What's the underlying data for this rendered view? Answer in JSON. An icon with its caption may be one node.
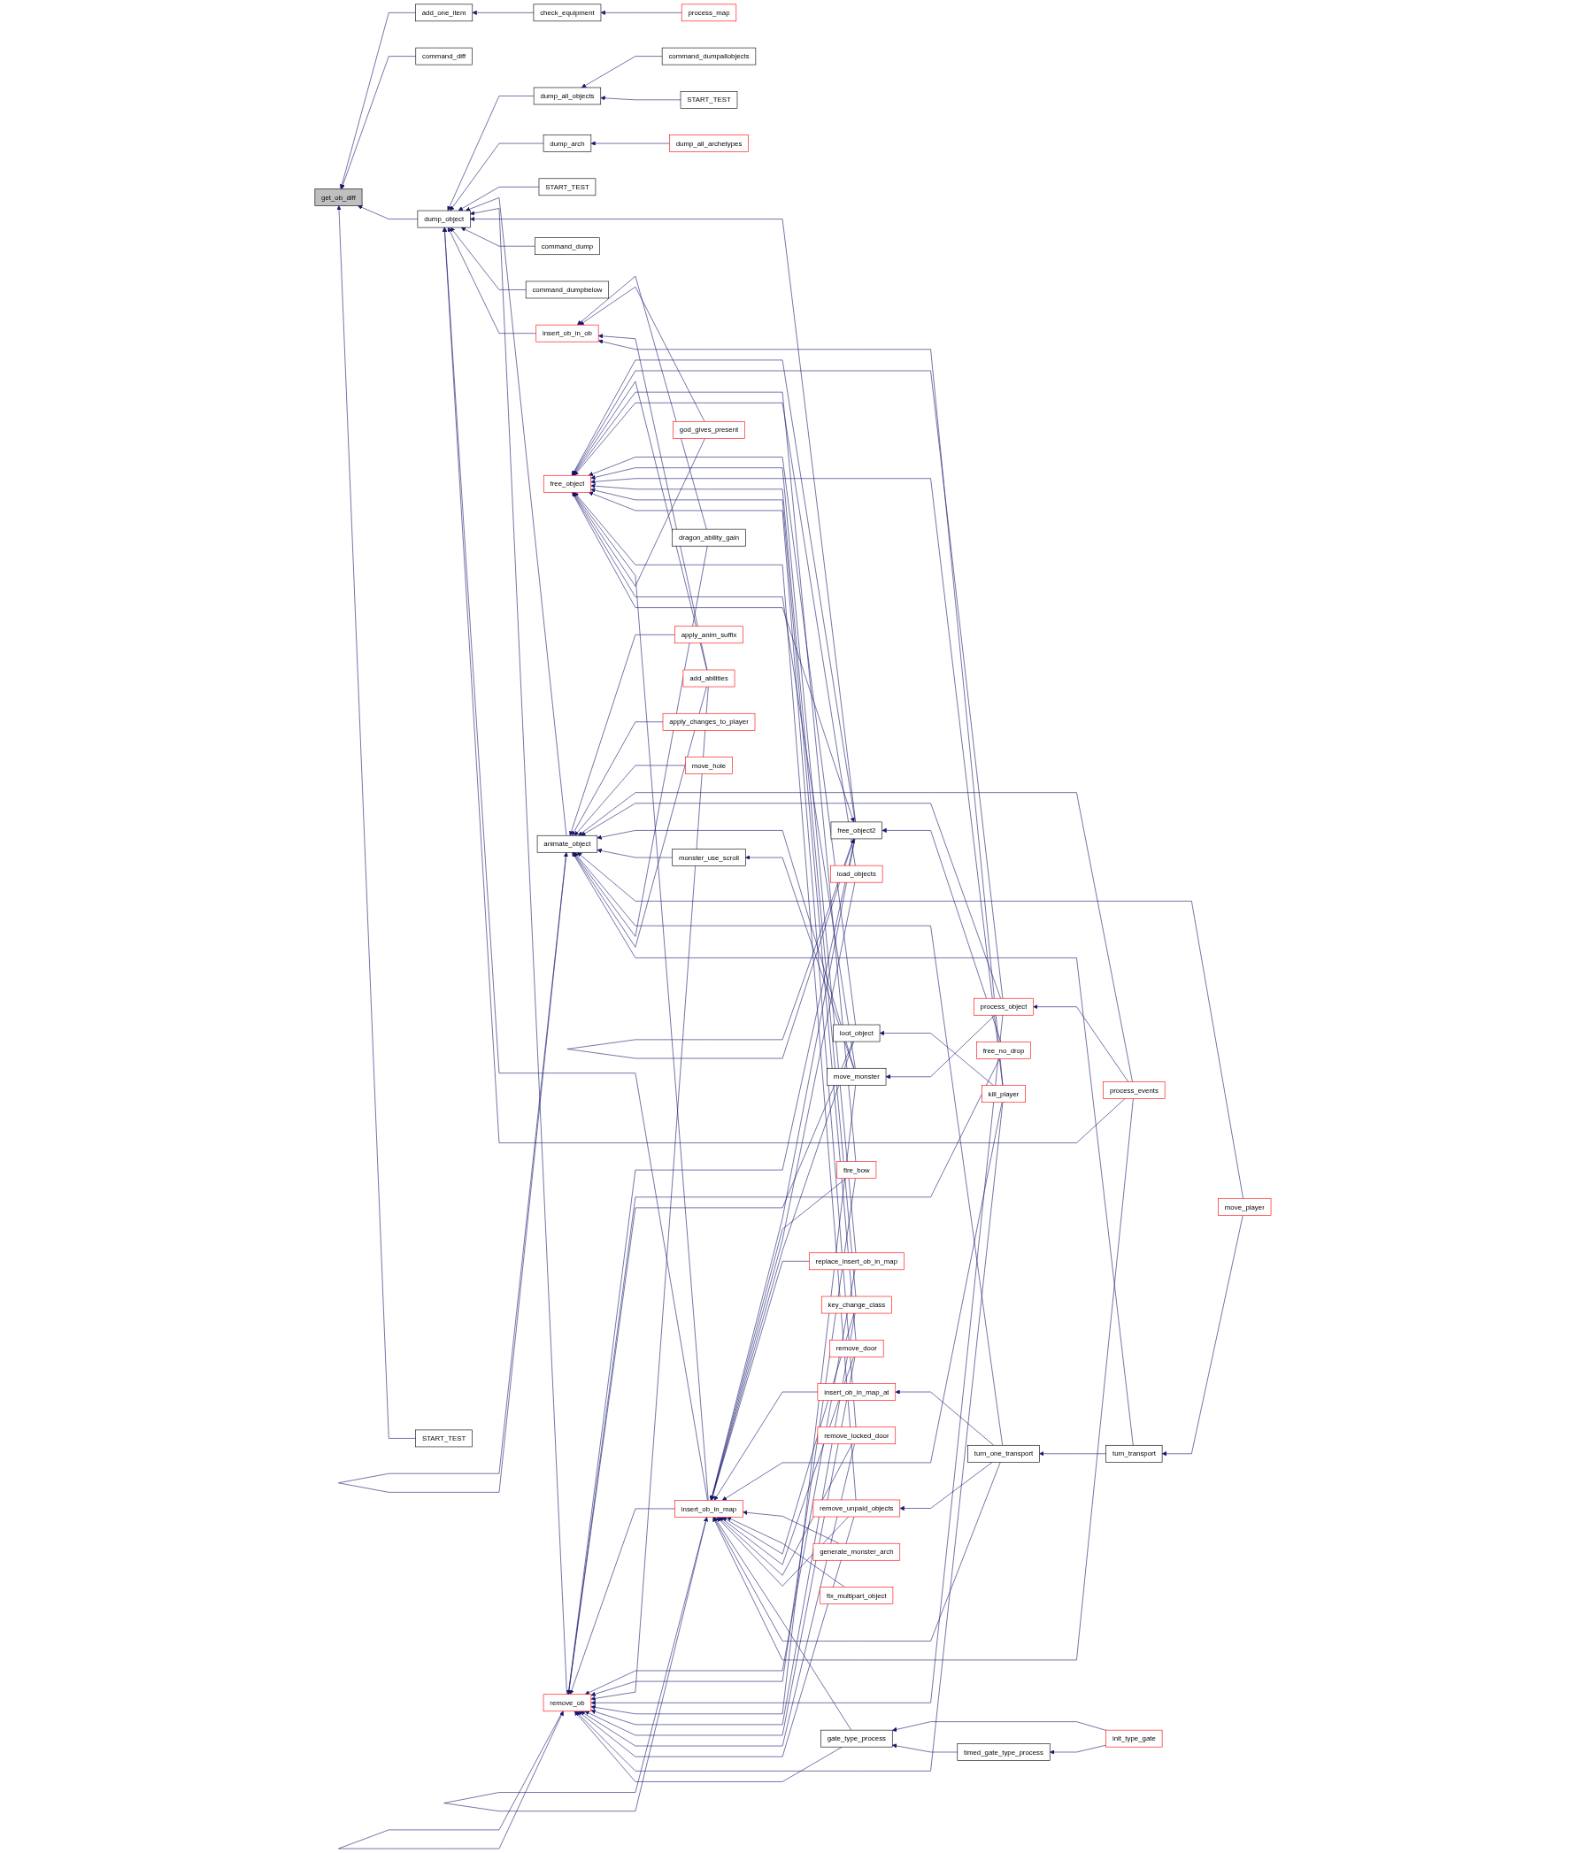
{
  "diagram": {
    "nodes": [
      {
        "text": [
          "get_ob_diff"
        ]
      },
      {
        "text": [
          "add_one_item"
        ]
      },
      {
        "text": [
          "command_diff"
        ]
      },
      {
        "text": [
          "dump_object"
        ]
      },
      {
        "text": [
          "START_TEST"
        ]
      },
      {
        "text": [
          "check_equipment"
        ]
      },
      {
        "text": [
          "dump_all_objects"
        ]
      },
      {
        "text": [
          "dump_arch"
        ]
      },
      {
        "text": [
          "START_TEST"
        ]
      },
      {
        "text": [
          "animate_object"
        ]
      },
      {
        "text": [
          "remove_ob"
        ]
      },
      {
        "text": [
          "free_object2"
        ]
      },
      {
        "text": [
          "command_dump"
        ]
      },
      {
        "text": [
          "command_dumpbelow"
        ]
      },
      {
        "text": [
          "process_map"
        ]
      },
      {
        "text": [
          "command_dumpallobjects"
        ]
      },
      {
        "text": [
          "START_TEST"
        ]
      },
      {
        "text": [
          "dump_all_archetypes"
        ]
      },
      {
        "text": [
          "apply_anim_suffix"
        ]
      },
      {
        "text": [
          "apply_changes_to_player"
        ]
      },
      {
        "text": [
          "move_hole"
        ]
      },
      {
        "text": [
          "monster_use_scroll"
        ]
      },
      {
        "text": [
          "free_no_drop"
        ]
      },
      {
        "text": [
          "free_object"
        ]
      },
      {
        "text": [
          "insert_ob_in_map"
        ]
      },
      {
        "text": [
          "move_monster"
        ]
      },
      {
        "text": [
          "process_object"
        ]
      },
      {
        "text": [
          "process_events"
        ]
      },
      {
        "text": [
          "dragon_ability_gain"
        ]
      },
      {
        "text": [
          "insert_ob_in_ob"
        ]
      },
      {
        "text": [
          "god_gives_present"
        ]
      },
      {
        "text": [
          "add_abilities"
        ]
      },
      {
        "text": [
          "fire_bow"
        ]
      },
      {
        "text": [
          "load_objects"
        ]
      },
      {
        "text": [
          "loot_object"
        ]
      },
      {
        "text": [
          "replace_insert_ob_in_map"
        ]
      },
      {
        "text": [
          "insert_ob_in_map_at"
        ]
      },
      {
        "text": [
          "generate_monster_arch"
        ]
      },
      {
        "text": [
          "fix_multipart_object"
        ]
      },
      {
        "text": [
          "key_change_class"
        ]
      },
      {
        "text": [
          "remove_door"
        ]
      },
      {
        "text": [
          "remove_locked_door"
        ]
      },
      {
        "text": [
          "remove_unpaid_objects"
        ]
      },
      {
        "text": [
          "gate_type_process"
        ]
      },
      {
        "text": [
          "timed_gate_type_process"
        ]
      },
      {
        "text": [
          "turn_transport"
        ]
      },
      {
        "text": [
          "turn_one_transport"
        ]
      },
      {
        "text": [
          "kill_player"
        ]
      },
      {
        "text": [
          "move_player"
        ]
      },
      {
        "text": [
          "init_type_gate"
        ]
      }
    ],
    "edges": [
      {
        "from": 1,
        "to": 0,
        "arrow": "to"
      },
      {
        "from": 2,
        "to": 0,
        "arrow": "to"
      },
      {
        "from": 3,
        "to": 0,
        "arrow": "to"
      },
      {
        "from": 4,
        "to": 0,
        "arrow": "to"
      },
      {
        "from": 5,
        "to": 1,
        "arrow": "to"
      },
      {
        "from": 14,
        "to": 5,
        "arrow": "to"
      },
      {
        "from": 15,
        "to": 6,
        "arrow": "to"
      },
      {
        "from": 16,
        "to": 6,
        "arrow": "to"
      },
      {
        "from": 17,
        "to": 7,
        "arrow": "to"
      },
      {
        "from": 6,
        "to": 3,
        "arrow": "to"
      },
      {
        "from": 7,
        "to": 3,
        "arrow": "to"
      },
      {
        "from": 8,
        "to": 3,
        "arrow": "to"
      },
      {
        "from": 9,
        "to": 3,
        "arrow": "to"
      },
      {
        "from": 10,
        "to": 3,
        "arrow": "to"
      },
      {
        "from": 11,
        "to": 3,
        "arrow": "to"
      },
      {
        "from": 12,
        "to": 3,
        "arrow": "to"
      },
      {
        "from": 13,
        "to": 3,
        "arrow": "to"
      },
      {
        "from": 29,
        "to": 3,
        "arrow": "to"
      },
      {
        "from": 24,
        "to": 3,
        "arrow": "to"
      },
      {
        "from": 27,
        "to": 3,
        "arrow": "to"
      },
      {
        "from": 9,
        "to": 9,
        "arrow": "to"
      },
      {
        "from": 18,
        "to": 9,
        "arrow": "to"
      },
      {
        "from": 19,
        "to": 9,
        "arrow": "to"
      },
      {
        "from": 20,
        "to": 9,
        "arrow": "to"
      },
      {
        "from": 27,
        "to": 9,
        "arrow": "to"
      },
      {
        "from": 26,
        "to": 9,
        "arrow": "to"
      },
      {
        "from": 25,
        "to": 9,
        "arrow": "to"
      },
      {
        "from": 21,
        "to": 9,
        "arrow": "to"
      },
      {
        "from": 48,
        "to": 9,
        "arrow": "to"
      },
      {
        "from": 46,
        "to": 9,
        "arrow": "to"
      },
      {
        "from": 28,
        "to": 9,
        "arrow": "to"
      },
      {
        "from": 31,
        "to": 9,
        "arrow": "to"
      },
      {
        "from": 45,
        "to": 9,
        "arrow": "to"
      },
      {
        "from": 25,
        "to": 21,
        "arrow": "to"
      },
      {
        "from": 26,
        "to": 25,
        "arrow": "to"
      },
      {
        "from": 27,
        "to": 26,
        "arrow": "to"
      },
      {
        "from": 48,
        "to": 45,
        "arrow": "to"
      },
      {
        "from": 45,
        "to": 46,
        "arrow": "to"
      },
      {
        "from": 10,
        "to": 10,
        "arrow": "to"
      },
      {
        "from": 11,
        "to": 10,
        "arrow": "to"
      },
      {
        "from": 22,
        "to": 10,
        "arrow": "to"
      },
      {
        "from": 34,
        "to": 10,
        "arrow": "to"
      },
      {
        "from": 24,
        "to": 10,
        "arrow": "to"
      },
      {
        "from": 35,
        "to": 10,
        "arrow": "to"
      },
      {
        "from": 32,
        "to": 10,
        "arrow": "to"
      },
      {
        "from": 31,
        "to": 10,
        "arrow": "to"
      },
      {
        "from": 26,
        "to": 10,
        "arrow": "to"
      },
      {
        "from": 25,
        "to": 10,
        "arrow": "to"
      },
      {
        "from": 39,
        "to": 10,
        "arrow": "to"
      },
      {
        "from": 40,
        "to": 10,
        "arrow": "to"
      },
      {
        "from": 41,
        "to": 10,
        "arrow": "to"
      },
      {
        "from": 42,
        "to": 10,
        "arrow": "to"
      },
      {
        "from": 47,
        "to": 10,
        "arrow": "to"
      },
      {
        "from": 43,
        "to": 10,
        "arrow": "to"
      },
      {
        "from": 11,
        "to": 11,
        "arrow": "to"
      },
      {
        "from": 23,
        "to": 11,
        "arrow": "to"
      },
      {
        "from": 11,
        "to": 23,
        "arrow": "to"
      },
      {
        "from": 22,
        "to": 11,
        "arrow": "to"
      },
      {
        "from": 11,
        "to": 24,
        "arrow": "to"
      },
      {
        "from": 26,
        "to": 23,
        "arrow": "to"
      },
      {
        "from": 31,
        "to": 23,
        "arrow": "to"
      },
      {
        "from": 32,
        "to": 23,
        "arrow": "to"
      },
      {
        "from": 33,
        "to": 23,
        "arrow": "to"
      },
      {
        "from": 34,
        "to": 23,
        "arrow": "to"
      },
      {
        "from": 35,
        "to": 23,
        "arrow": "to"
      },
      {
        "from": 47,
        "to": 23,
        "arrow": "to"
      },
      {
        "from": 39,
        "to": 23,
        "arrow": "to"
      },
      {
        "from": 40,
        "to": 23,
        "arrow": "to"
      },
      {
        "from": 41,
        "to": 23,
        "arrow": "to"
      },
      {
        "from": 42,
        "to": 23,
        "arrow": "to"
      },
      {
        "from": 24,
        "to": 23,
        "arrow": "to"
      },
      {
        "from": 30,
        "to": 23,
        "arrow": "to"
      },
      {
        "from": 25,
        "to": 23,
        "arrow": "to"
      },
      {
        "from": 28,
        "to": 29,
        "arrow": "to"
      },
      {
        "from": 30,
        "to": 29,
        "arrow": "to"
      },
      {
        "from": 31,
        "to": 29,
        "arrow": "to"
      },
      {
        "from": 47,
        "to": 29,
        "arrow": "to"
      },
      {
        "from": 24,
        "to": 24,
        "arrow": "to"
      },
      {
        "from": 32,
        "to": 24,
        "arrow": "to"
      },
      {
        "from": 33,
        "to": 24,
        "arrow": "to"
      },
      {
        "from": 34,
        "to": 24,
        "arrow": "to"
      },
      {
        "from": 35,
        "to": 24,
        "arrow": "to"
      },
      {
        "from": 36,
        "to": 24,
        "arrow": "to"
      },
      {
        "from": 47,
        "to": 24,
        "arrow": "to"
      },
      {
        "from": 37,
        "to": 24,
        "arrow": "to"
      },
      {
        "from": 38,
        "to": 24,
        "arrow": "to"
      },
      {
        "from": 39,
        "to": 24,
        "arrow": "to"
      },
      {
        "from": 40,
        "to": 24,
        "arrow": "to"
      },
      {
        "from": 41,
        "to": 24,
        "arrow": "to"
      },
      {
        "from": 42,
        "to": 24,
        "arrow": "to"
      },
      {
        "from": 43,
        "to": 24,
        "arrow": "to"
      },
      {
        "from": 46,
        "to": 24,
        "arrow": "to"
      },
      {
        "from": 27,
        "to": 24,
        "arrow": "to"
      },
      {
        "from": 46,
        "to": 36,
        "arrow": "to"
      },
      {
        "from": 46,
        "to": 42,
        "arrow": "to"
      },
      {
        "from": 47,
        "to": 34,
        "arrow": "to"
      },
      {
        "from": 49,
        "to": 43,
        "arrow": "to"
      },
      {
        "from": 44,
        "to": 43,
        "arrow": "to"
      },
      {
        "from": 49,
        "to": 44,
        "arrow": "to"
      }
    ]
  }
}
